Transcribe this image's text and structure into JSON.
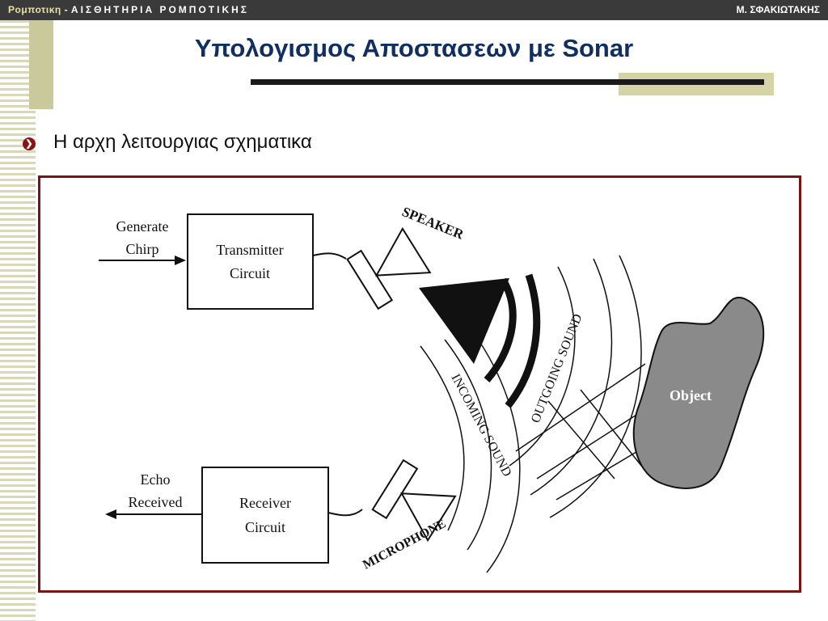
{
  "header": {
    "course": "Ρομποτικη",
    "separator": " - ",
    "topic": "ΑΙΣΘΗΤΗΡΙΑ ΡΟΜΠΟΤΙΚΗΣ",
    "author": "Μ. ΣΦΑΚΙΩΤΑΚΗΣ"
  },
  "title": "Υπολογισμος Αποστασεων με Sonar",
  "bullet": "Η αρχη λειτουργιας σχηματικα",
  "diagram": {
    "generate": "Generate",
    "chirp": "Chirp",
    "transmitter": "Transmitter",
    "transmitter_circuit": "Circuit",
    "speaker": "SPEAKER",
    "outgoing": "OUTGOING SOUND",
    "incoming": "INCOMING SOUND",
    "object": "Object",
    "microphone": "MICROPHONE",
    "receiver": "Receiver",
    "receiver_circuit": "Circuit",
    "echo": "Echo",
    "received": "Received"
  },
  "colors": {
    "topbar_bg": "#3a3a3a",
    "accent": "#e8e2a6",
    "title": "#0f2f63",
    "frame": "#7a1414"
  }
}
